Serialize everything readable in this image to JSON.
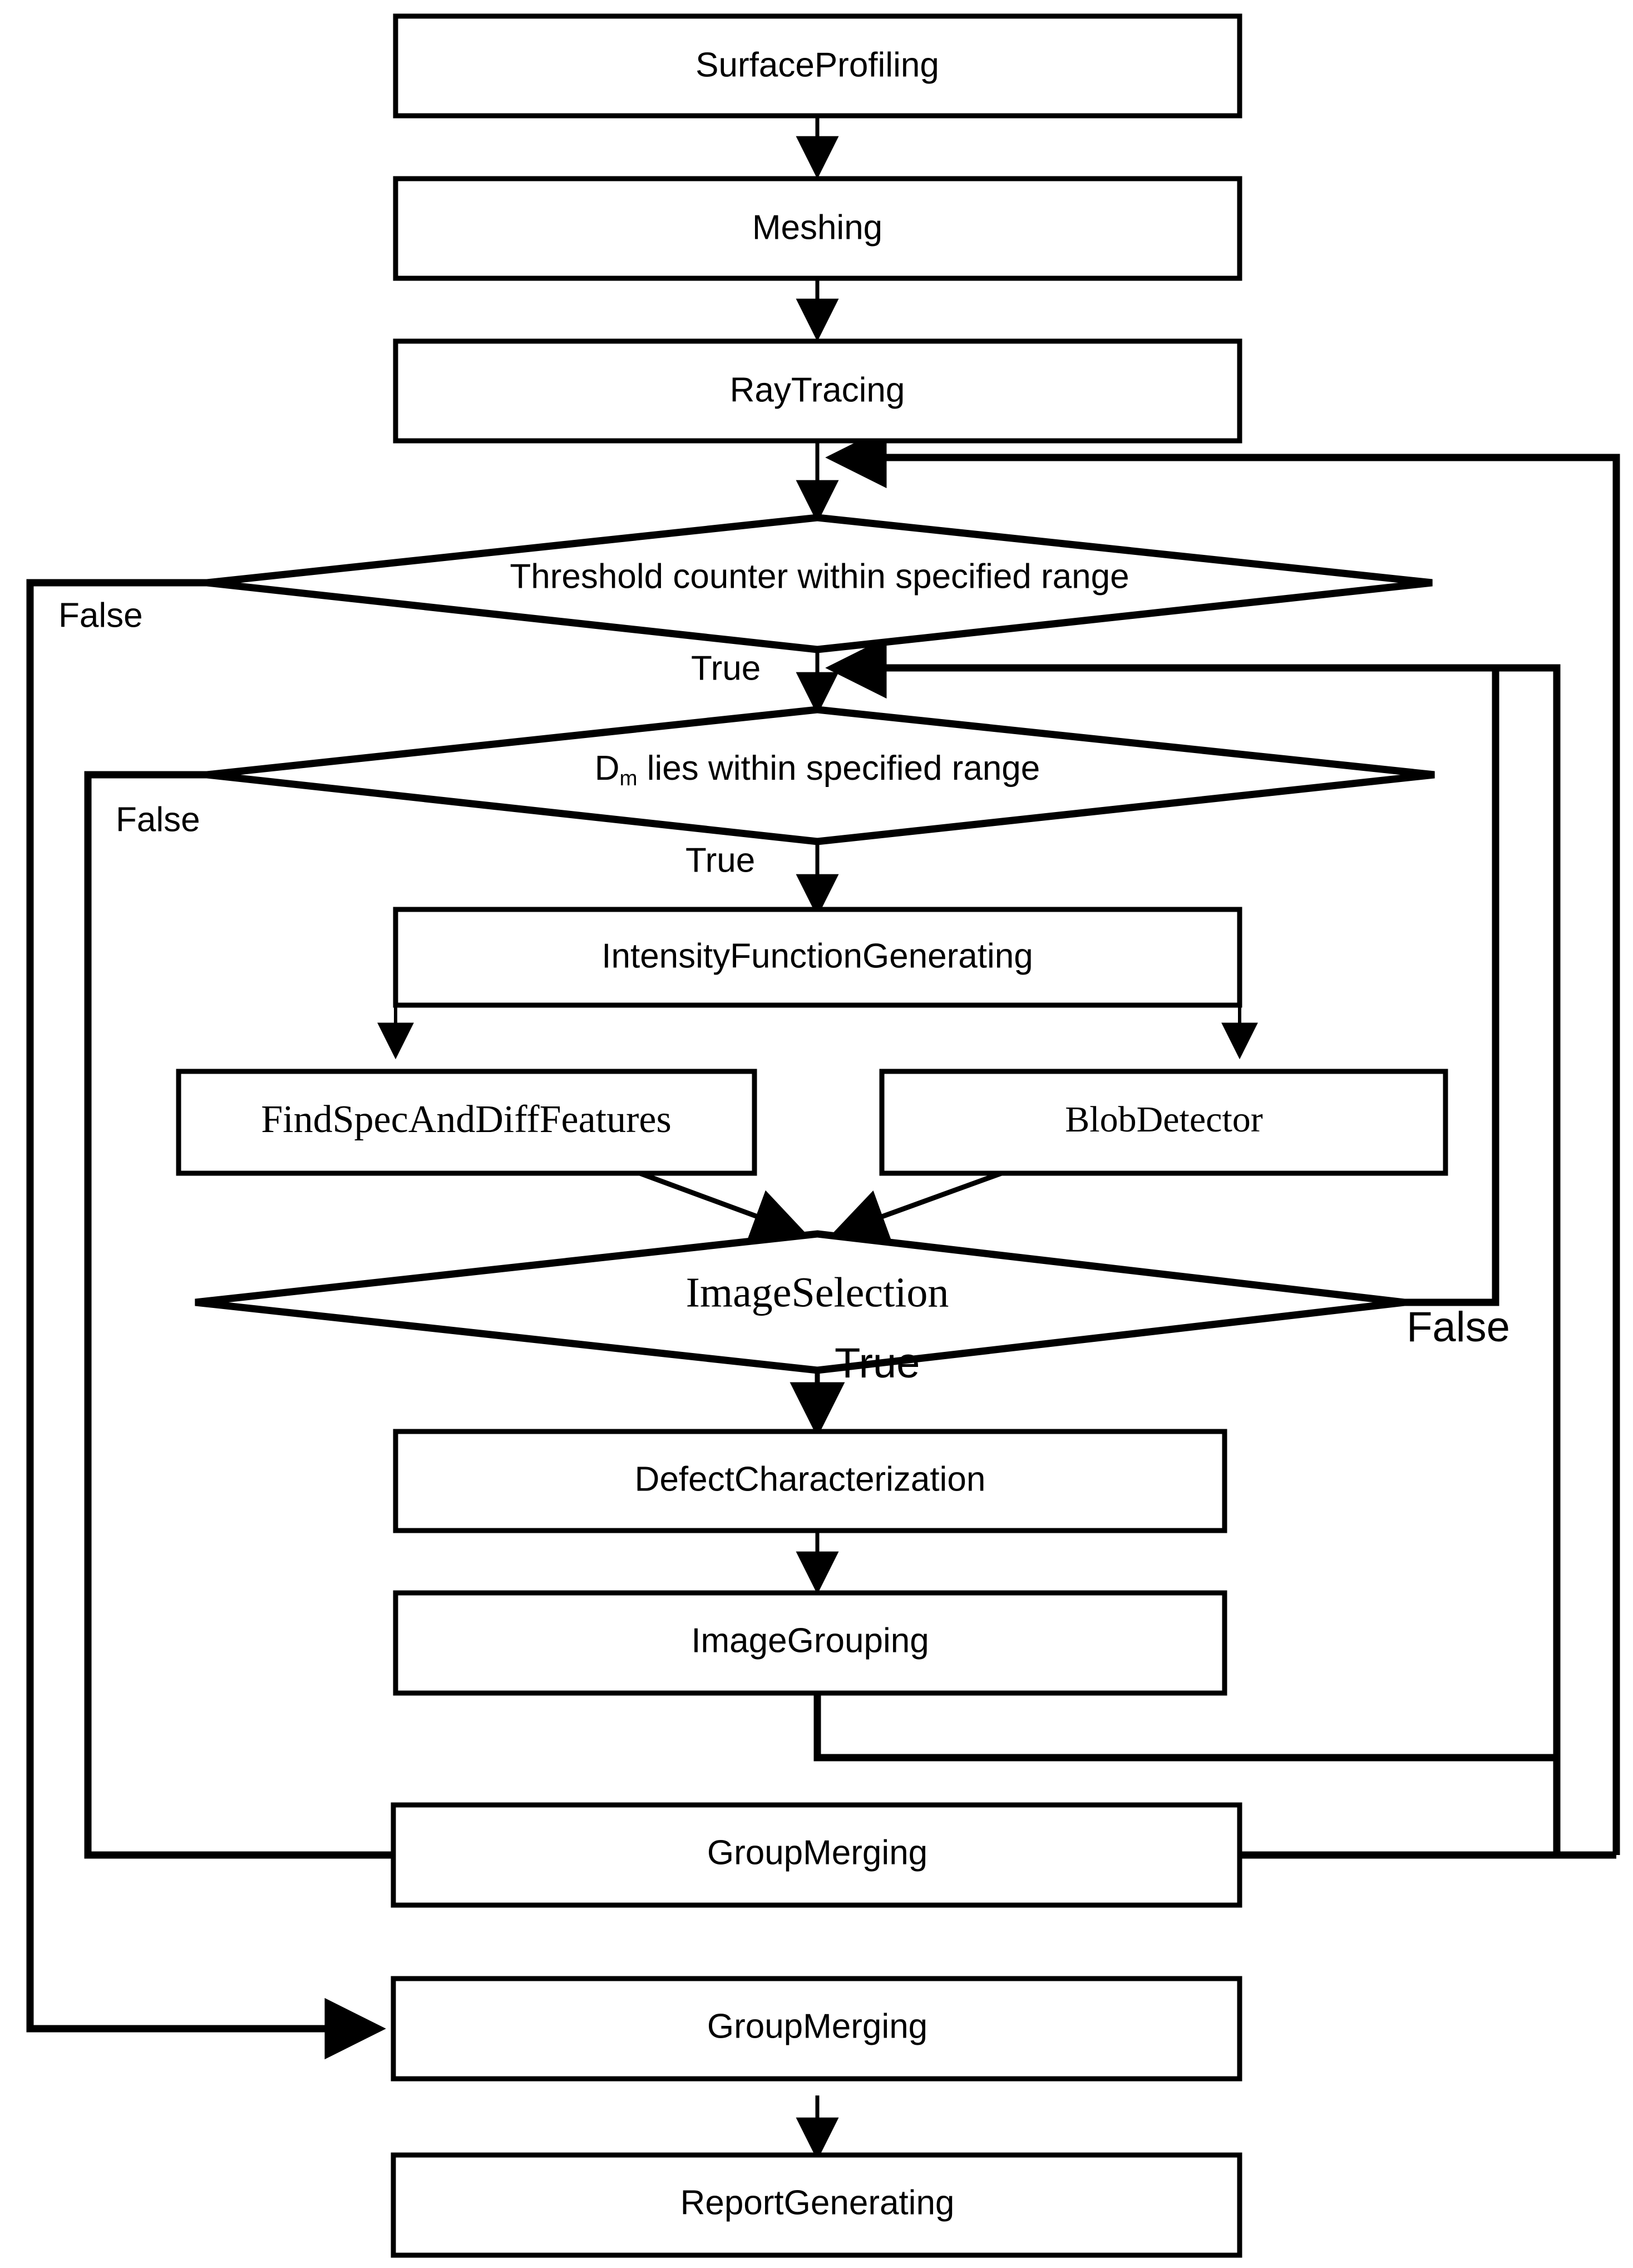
{
  "diagram": {
    "title": "Defect inspection processing flowchart",
    "background_color": "#ffffff",
    "line_color": "#000000",
    "nodes": {
      "surface_profiling": "SurfaceProfiling",
      "meshing": "Meshing",
      "ray_tracing": "RayTracing",
      "threshold_decision": "Threshold counter within specified range",
      "dm_decision_pre": "D",
      "dm_decision_sub": "m",
      "dm_decision_post": " lies within specified range",
      "intensity_function_generating": "IntensityFunctionGenerating",
      "find_spec_and_diff_features": "FindSpecAndDiffFeatures",
      "blob_detector": "BlobDetector",
      "image_selection": "ImageSelection",
      "defect_characterization": "DefectCharacterization",
      "image_grouping": "ImageGrouping",
      "group_merging_inner": "GroupMerging",
      "group_merging_outer": "GroupMerging",
      "report_generating": "ReportGenerating"
    },
    "edge_labels": {
      "threshold_false": "False",
      "threshold_true": "True",
      "dm_false": "False",
      "dm_true": "True",
      "image_selection_false": "False",
      "image_selection_true": "True"
    }
  }
}
